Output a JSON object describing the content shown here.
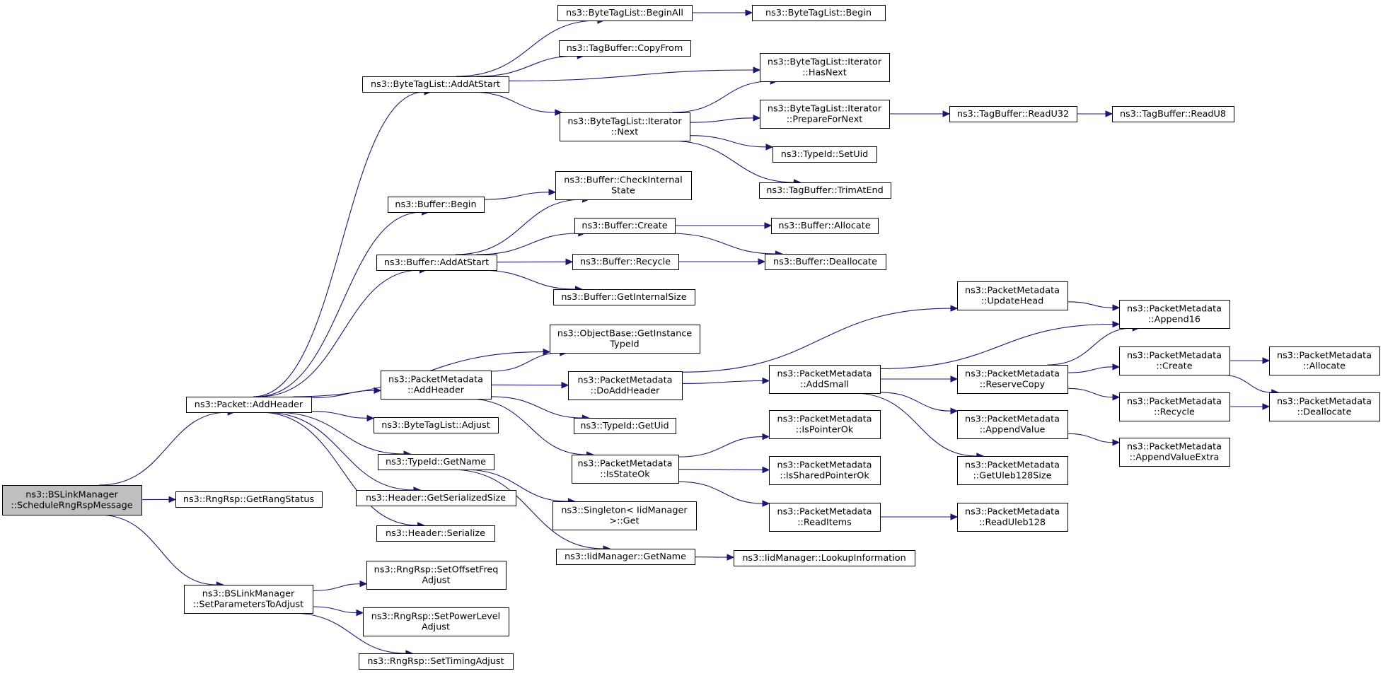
{
  "colors": {
    "edge": "#191970",
    "node_fill": "#ffffff",
    "root_fill": "#bfbfbf",
    "border": "#000000"
  },
  "nodes": [
    {
      "id": "bsl_sched",
      "lines": [
        "ns3::BSLinkManager",
        "::ScheduleRngRspMessage"
      ],
      "root": true
    },
    {
      "id": "pkt_addheader",
      "lines": [
        "ns3::Packet::AddHeader"
      ]
    },
    {
      "id": "rngrsp_getrang",
      "lines": [
        "ns3::RngRsp::GetRangStatus"
      ]
    },
    {
      "id": "bsl_setparams",
      "lines": [
        "ns3::BSLinkManager",
        "::SetParametersToAdjust"
      ]
    },
    {
      "id": "btl_addatstart",
      "lines": [
        "ns3::ByteTagList::AddAtStart"
      ]
    },
    {
      "id": "buf_begin",
      "lines": [
        "ns3::Buffer::Begin"
      ]
    },
    {
      "id": "buf_addatstart",
      "lines": [
        "ns3::Buffer::AddAtStart"
      ]
    },
    {
      "id": "pm_addheader",
      "lines": [
        "ns3::PacketMetadata",
        "::AddHeader"
      ]
    },
    {
      "id": "btl_adjust",
      "lines": [
        "ns3::ByteTagList::Adjust"
      ]
    },
    {
      "id": "tid_getname",
      "lines": [
        "ns3::TypeId::GetName"
      ]
    },
    {
      "id": "hdr_getsersize",
      "lines": [
        "ns3::Header::GetSerializedSize"
      ]
    },
    {
      "id": "hdr_serialize",
      "lines": [
        "ns3::Header::Serialize"
      ]
    },
    {
      "id": "rngrsp_setoffset",
      "lines": [
        "ns3::RngRsp::SetOffsetFreq",
        "Adjust"
      ]
    },
    {
      "id": "rngrsp_setpower",
      "lines": [
        "ns3::RngRsp::SetPowerLevel",
        "Adjust"
      ]
    },
    {
      "id": "rngrsp_settiming",
      "lines": [
        "ns3::RngRsp::SetTimingAdjust"
      ]
    },
    {
      "id": "btl_beginall",
      "lines": [
        "ns3::ByteTagList::BeginAll"
      ]
    },
    {
      "id": "tb_copyfrom",
      "lines": [
        "ns3::TagBuffer::CopyFrom"
      ]
    },
    {
      "id": "btl_it_next",
      "lines": [
        "ns3::ByteTagList::Iterator",
        "::Next"
      ]
    },
    {
      "id": "buf_checkinternal",
      "lines": [
        "ns3::Buffer::CheckInternal",
        "State"
      ]
    },
    {
      "id": "buf_create",
      "lines": [
        "ns3::Buffer::Create"
      ]
    },
    {
      "id": "buf_recycle",
      "lines": [
        "ns3::Buffer::Recycle"
      ]
    },
    {
      "id": "buf_getinternalsize",
      "lines": [
        "ns3::Buffer::GetInternalSize"
      ]
    },
    {
      "id": "ob_getinstance",
      "lines": [
        "ns3::ObjectBase::GetInstance",
        "TypeId"
      ]
    },
    {
      "id": "pm_doaddheader",
      "lines": [
        "ns3::PacketMetadata",
        "::DoAddHeader"
      ]
    },
    {
      "id": "tid_getuid",
      "lines": [
        "ns3::TypeId::GetUid"
      ]
    },
    {
      "id": "pm_isstateok",
      "lines": [
        "ns3::PacketMetadata",
        "::IsStateOk"
      ]
    },
    {
      "id": "singleton_get",
      "lines": [
        "ns3::Singleton< IidManager",
        ">::Get"
      ]
    },
    {
      "id": "iid_getname",
      "lines": [
        "ns3::IidManager::GetName"
      ]
    },
    {
      "id": "btl_begin",
      "lines": [
        "ns3::ByteTagList::Begin"
      ]
    },
    {
      "id": "btl_it_hasnext",
      "lines": [
        "ns3::ByteTagList::Iterator",
        "::HasNext"
      ]
    },
    {
      "id": "btl_it_prepare",
      "lines": [
        "ns3::ByteTagList::Iterator",
        "::PrepareForNext"
      ]
    },
    {
      "id": "tid_setuid",
      "lines": [
        "ns3::TypeId::SetUid"
      ]
    },
    {
      "id": "tb_trimatend",
      "lines": [
        "ns3::TagBuffer::TrimAtEnd"
      ]
    },
    {
      "id": "buf_allocate",
      "lines": [
        "ns3::Buffer::Allocate"
      ]
    },
    {
      "id": "buf_deallocate",
      "lines": [
        "ns3::Buffer::Deallocate"
      ]
    },
    {
      "id": "pm_updatehead",
      "lines": [
        "ns3::PacketMetadata",
        "::UpdateHead"
      ]
    },
    {
      "id": "pm_addsmall",
      "lines": [
        "ns3::PacketMetadata",
        "::AddSmall"
      ]
    },
    {
      "id": "pm_ispointerok",
      "lines": [
        "ns3::PacketMetadata",
        "::IsPointerOk"
      ]
    },
    {
      "id": "pm_issharedpointerok",
      "lines": [
        "ns3::PacketMetadata",
        "::IsSharedPointerOk"
      ]
    },
    {
      "id": "pm_readitems",
      "lines": [
        "ns3::PacketMetadata",
        "::ReadItems"
      ]
    },
    {
      "id": "iid_lookup",
      "lines": [
        "ns3::IidManager::LookupInformation"
      ]
    },
    {
      "id": "tb_readu32",
      "lines": [
        "ns3::TagBuffer::ReadU32"
      ]
    },
    {
      "id": "pm_reservecopy",
      "lines": [
        "ns3::PacketMetadata",
        "::ReserveCopy"
      ]
    },
    {
      "id": "pm_appendvalue",
      "lines": [
        "ns3::PacketMetadata",
        "::AppendValue"
      ]
    },
    {
      "id": "pm_getuleb",
      "lines": [
        "ns3::PacketMetadata",
        "::GetUleb128Size"
      ]
    },
    {
      "id": "pm_readuleb",
      "lines": [
        "ns3::PacketMetadata",
        "::ReadUleb128"
      ]
    },
    {
      "id": "tb_readu8",
      "lines": [
        "ns3::TagBuffer::ReadU8"
      ]
    },
    {
      "id": "pm_append16",
      "lines": [
        "ns3::PacketMetadata",
        "::Append16"
      ]
    },
    {
      "id": "pm_create",
      "lines": [
        "ns3::PacketMetadata",
        "::Create"
      ]
    },
    {
      "id": "pm_recycle",
      "lines": [
        "ns3::PacketMetadata",
        "::Recycle"
      ]
    },
    {
      "id": "pm_appendvalueextra",
      "lines": [
        "ns3::PacketMetadata",
        "::AppendValueExtra"
      ]
    },
    {
      "id": "pm_allocate",
      "lines": [
        "ns3::PacketMetadata",
        "::Allocate"
      ]
    },
    {
      "id": "pm_deallocate",
      "lines": [
        "ns3::PacketMetadata",
        "::Deallocate"
      ]
    }
  ],
  "edges": [
    [
      "bsl_sched",
      "pkt_addheader"
    ],
    [
      "bsl_sched",
      "rngrsp_getrang"
    ],
    [
      "bsl_sched",
      "bsl_setparams"
    ],
    [
      "pkt_addheader",
      "btl_addatstart"
    ],
    [
      "pkt_addheader",
      "buf_begin"
    ],
    [
      "pkt_addheader",
      "buf_addatstart"
    ],
    [
      "pkt_addheader",
      "ob_getinstance"
    ],
    [
      "pkt_addheader",
      "pm_addheader"
    ],
    [
      "pkt_addheader",
      "btl_adjust"
    ],
    [
      "pkt_addheader",
      "tid_getname"
    ],
    [
      "pkt_addheader",
      "hdr_getsersize"
    ],
    [
      "pkt_addheader",
      "hdr_serialize"
    ],
    [
      "bsl_setparams",
      "rngrsp_setoffset"
    ],
    [
      "bsl_setparams",
      "rngrsp_setpower"
    ],
    [
      "bsl_setparams",
      "rngrsp_settiming"
    ],
    [
      "btl_addatstart",
      "btl_beginall"
    ],
    [
      "btl_addatstart",
      "tb_copyfrom"
    ],
    [
      "btl_addatstart",
      "btl_it_hasnext"
    ],
    [
      "btl_addatstart",
      "btl_it_next"
    ],
    [
      "btl_beginall",
      "btl_begin"
    ],
    [
      "btl_it_next",
      "btl_it_hasnext"
    ],
    [
      "btl_it_next",
      "btl_it_prepare"
    ],
    [
      "btl_it_next",
      "tid_setuid"
    ],
    [
      "btl_it_next",
      "tb_trimatend"
    ],
    [
      "btl_it_prepare",
      "tb_readu32"
    ],
    [
      "tb_readu32",
      "tb_readu8"
    ],
    [
      "buf_begin",
      "buf_checkinternal"
    ],
    [
      "buf_addatstart",
      "buf_checkinternal"
    ],
    [
      "buf_addatstart",
      "buf_create"
    ],
    [
      "buf_addatstart",
      "buf_recycle"
    ],
    [
      "buf_addatstart",
      "buf_getinternalsize"
    ],
    [
      "buf_create",
      "buf_allocate"
    ],
    [
      "buf_create",
      "buf_deallocate"
    ],
    [
      "buf_recycle",
      "buf_deallocate"
    ],
    [
      "pm_addheader",
      "ob_getinstance"
    ],
    [
      "pm_addheader",
      "pm_doaddheader"
    ],
    [
      "pm_addheader",
      "tid_getuid"
    ],
    [
      "pm_addheader",
      "pm_isstateok"
    ],
    [
      "pm_doaddheader",
      "pm_updatehead"
    ],
    [
      "pm_doaddheader",
      "pm_addsmall"
    ],
    [
      "pm_updatehead",
      "pm_append16"
    ],
    [
      "pm_addsmall",
      "pm_append16"
    ],
    [
      "pm_addsmall",
      "pm_reservecopy"
    ],
    [
      "pm_addsmall",
      "pm_appendvalue"
    ],
    [
      "pm_addsmall",
      "pm_getuleb"
    ],
    [
      "pm_reservecopy",
      "pm_append16"
    ],
    [
      "pm_reservecopy",
      "pm_create"
    ],
    [
      "pm_reservecopy",
      "pm_recycle"
    ],
    [
      "pm_create",
      "pm_allocate"
    ],
    [
      "pm_create",
      "pm_deallocate"
    ],
    [
      "pm_recycle",
      "pm_deallocate"
    ],
    [
      "pm_appendvalue",
      "pm_appendvalueextra"
    ],
    [
      "pm_isstateok",
      "pm_ispointerok"
    ],
    [
      "pm_isstateok",
      "pm_issharedpointerok"
    ],
    [
      "pm_isstateok",
      "pm_readitems"
    ],
    [
      "pm_readitems",
      "pm_readuleb"
    ],
    [
      "tid_getname",
      "singleton_get"
    ],
    [
      "tid_getname",
      "iid_getname"
    ],
    [
      "iid_getname",
      "iid_lookup"
    ]
  ]
}
